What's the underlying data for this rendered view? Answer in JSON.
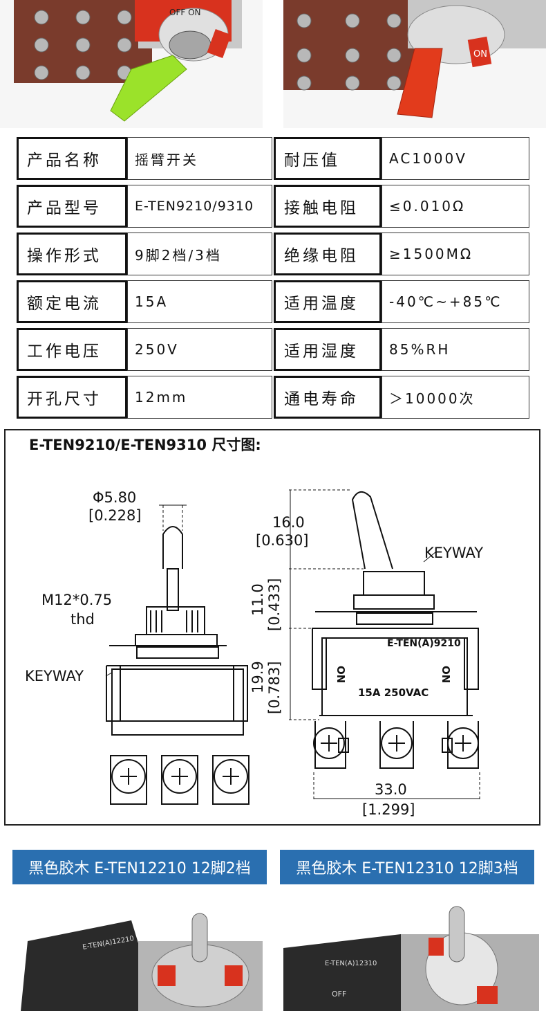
{
  "spec_table": {
    "rows": [
      {
        "label_left": "产品名称",
        "value_left": "摇臂开关",
        "label_right": "耐压值",
        "value_right": "AC1000V"
      },
      {
        "label_left": "产品型号",
        "value_left": "E-TEN9210/9310",
        "label_right": "接触电阻",
        "value_right": "≤0.010Ω"
      },
      {
        "label_left": "操作形式",
        "value_left": "9脚2档/3档",
        "label_right": "绝缘电阻",
        "value_right": "≥1500MΩ"
      },
      {
        "label_left": "额定电流",
        "value_left": "15A",
        "label_right": "适用温度",
        "value_right": "-40℃~+85℃"
      },
      {
        "label_left": "工作电压",
        "value_left": "250V",
        "label_right": "适用湿度",
        "value_right": "85%RH"
      },
      {
        "label_left": "开孔尺寸",
        "value_left": "12mm",
        "label_right": "通电寿命",
        "value_right": "＞10000次"
      }
    ]
  },
  "diagram": {
    "title": "E-TEN9210/E-TEN9310 尺寸图:",
    "left": {
      "dia_mm": "Φ5.80",
      "dia_in": "[0.228]",
      "thread_line1": "M12*0.75",
      "thread_line2": "thd",
      "keyway": "KEYWAY"
    },
    "right": {
      "h1_mm": "16.0",
      "h1_in": "[0.630]",
      "keyway": "KEYWAY",
      "h2_mm": "11.0",
      "h2_in": "[0.433]",
      "model": "E-TEN(A)9210",
      "on_left": "ON",
      "on_right": "ON",
      "rating": "15A  250VAC",
      "h3_mm": "19.9",
      "h3_in": "[0.783]",
      "width_mm": "33.0",
      "width_in": "[1.299]"
    }
  },
  "banners": [
    {
      "text": "黑色胶木 E-TEN12210 12脚2档"
    },
    {
      "text": "黑色胶木 E-TEN12310 12脚3档"
    }
  ],
  "photo_labels": {
    "top_left_plate": "OFF ON",
    "top_right_plate": "ON",
    "bottom_left_body": "E-TEN(A)12210",
    "bottom_right_body": "E-TEN(A)12310",
    "bottom_right_off": "OFF"
  },
  "colors": {
    "banner_bg": "#2a6fb0",
    "lever_green": "#9be22a",
    "lever_red": "#e23b1c",
    "plate_red": "#d8321e"
  }
}
